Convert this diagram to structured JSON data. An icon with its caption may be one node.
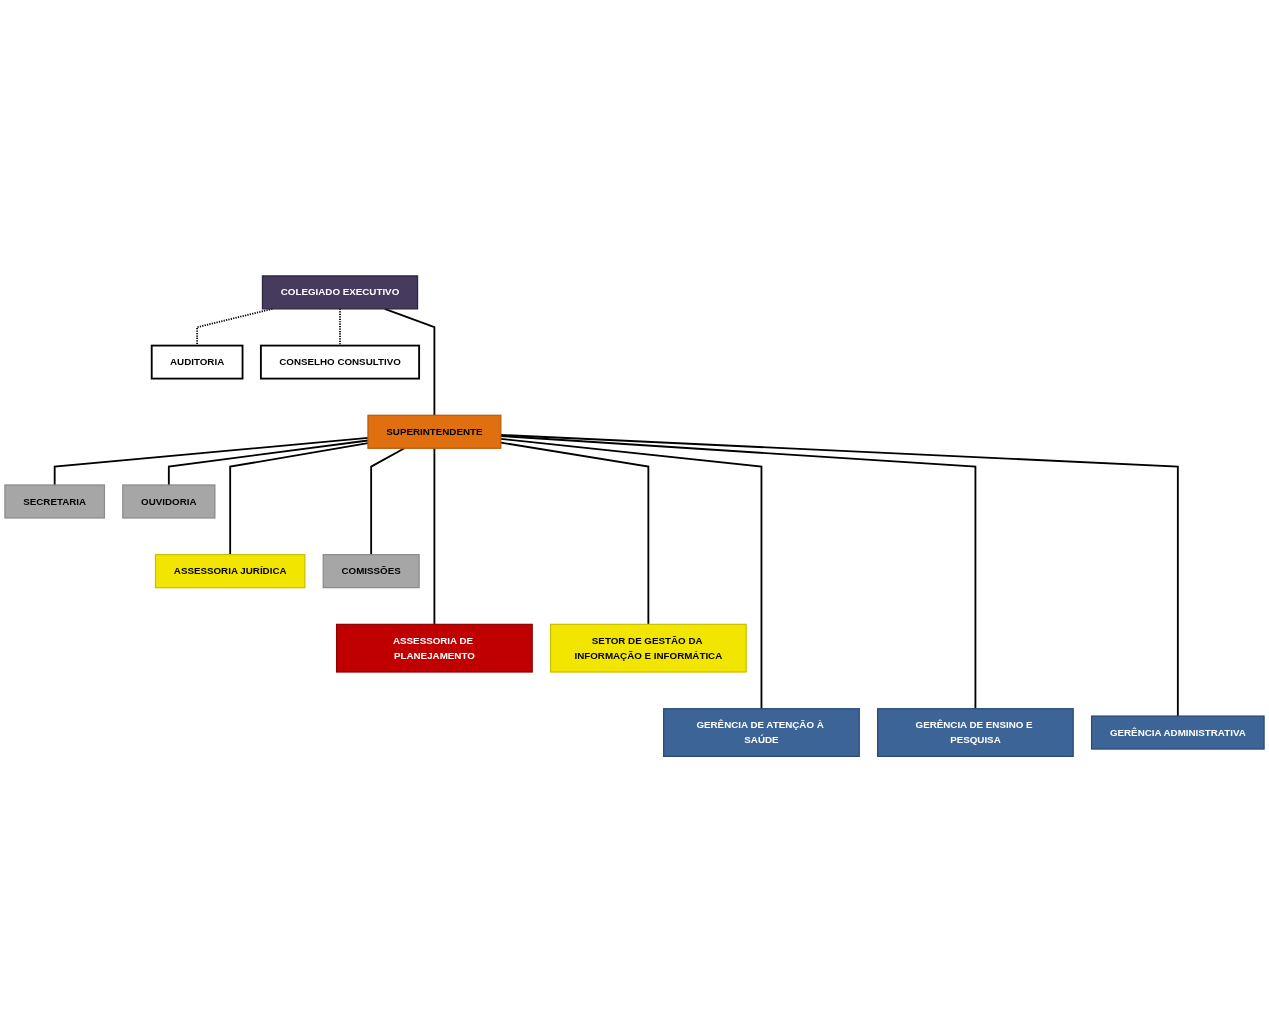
{
  "diagram": {
    "nodes": [
      {
        "text": [
          "AUDITORIA"
        ]
      },
      {
        "text": [
          "COLEGIADO EXECUTIVO"
        ]
      },
      {
        "text": [
          "CONSELHO CONSULTIVO"
        ]
      },
      {
        "text": [
          "SUPERINTENDENTE"
        ]
      },
      {
        "text": [
          "SECRETARIA"
        ]
      },
      {
        "text": [
          "OUVIDORIA"
        ]
      },
      {
        "text": [
          "ASSESSORIA JURÍDICA"
        ]
      },
      {
        "text": [
          "COMISSÕES"
        ]
      },
      {
        "text": [
          "ASSESSORIA DE PLANEJAMENTO"
        ]
      },
      {
        "text": [
          "SETOR DE GESTÃO DA INFORMAÇÃO E INFORMÁTICA"
        ]
      },
      {
        "text": [
          "GERÊNCIA DE ATENÇÃO À SAÚDE"
        ]
      },
      {
        "text": [
          "GERÊNCIA DE ENSINO E PESQUISA"
        ]
      },
      {
        "text": [
          "GERÊNCIA ADMINISTRATIVA"
        ]
      }
    ],
    "edges": [
      {
        "from": 1,
        "to": 0,
        "arrow": "none",
        "style": "dashed"
      },
      {
        "from": 1,
        "to": 2,
        "arrow": "none",
        "style": "dashed"
      },
      {
        "from": 1,
        "to": 3,
        "arrow": "none"
      },
      {
        "from": 3,
        "to": 4,
        "arrow": "none"
      },
      {
        "from": 3,
        "to": 5,
        "arrow": "none"
      },
      {
        "from": 3,
        "to": 6,
        "arrow": "none"
      },
      {
        "from": 3,
        "to": 7,
        "arrow": "none"
      },
      {
        "from": 3,
        "to": 8,
        "arrow": "none"
      },
      {
        "from": 3,
        "to": 9,
        "arrow": "none"
      },
      {
        "from": 3,
        "to": 10,
        "arrow": "none"
      },
      {
        "from": 3,
        "to": 11,
        "arrow": "none"
      },
      {
        "from": 3,
        "to": 12,
        "arrow": "none"
      }
    ]
  }
}
